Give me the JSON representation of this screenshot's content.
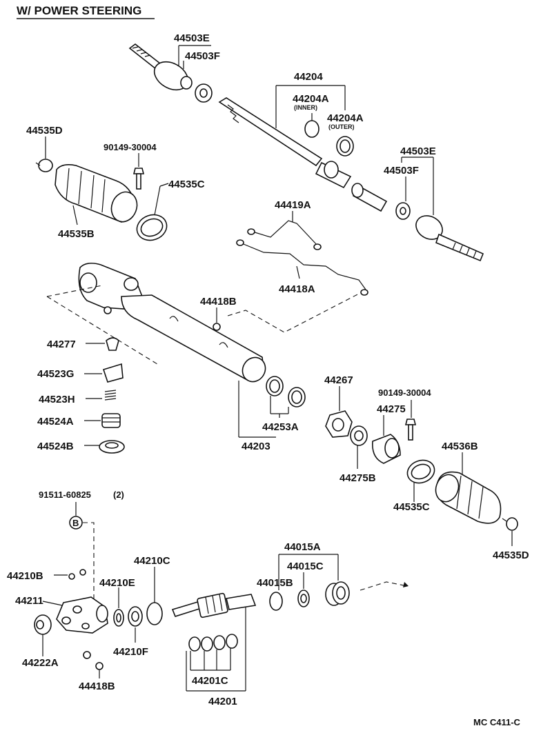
{
  "title": "W/ POWER STEERING",
  "footer_code": "MC C411-C",
  "labels": {
    "p44503E_top": "44503E",
    "p44503F_top": "44503F",
    "p44204": "44204",
    "p44204A_inner": "44204A",
    "inner_note": "(INNER)",
    "p44204A_outer": "44204A",
    "outer_note": "(OUTER)",
    "p44535D_top": "44535D",
    "p90149_top": "90149-30004",
    "p44535C_top": "44535C",
    "p44535B": "44535B",
    "p44503E_right": "44503E",
    "p44503F_right": "44503F",
    "p44419A": "44419A",
    "p44418A": "44418A",
    "p44418B_top": "44418B",
    "p44277": "44277",
    "p44523G": "44523G",
    "p44523H": "44523H",
    "p44524A": "44524A",
    "p44524B": "44524B",
    "p44253A": "44253A",
    "p44203": "44203",
    "p44267": "44267",
    "p90149_right": "90149-30004",
    "p44275": "44275",
    "p44536B": "44536B",
    "p44275B": "44275B",
    "p44535C_right": "44535C",
    "p44535D_right": "44535D",
    "p91511": "91511-60825",
    "qty_91511": "(2)",
    "bolt_marker": "B",
    "p44015A": "44015A",
    "p44015C": "44015C",
    "p44015B": "44015B",
    "p44210C": "44210C",
    "p44210B": "44210B",
    "p44210E": "44210E",
    "p44211": "44211",
    "p44222A": "44222A",
    "p44210F": "44210F",
    "p44418B_bottom": "44418B",
    "p44201C": "44201C",
    "p44201": "44201"
  }
}
